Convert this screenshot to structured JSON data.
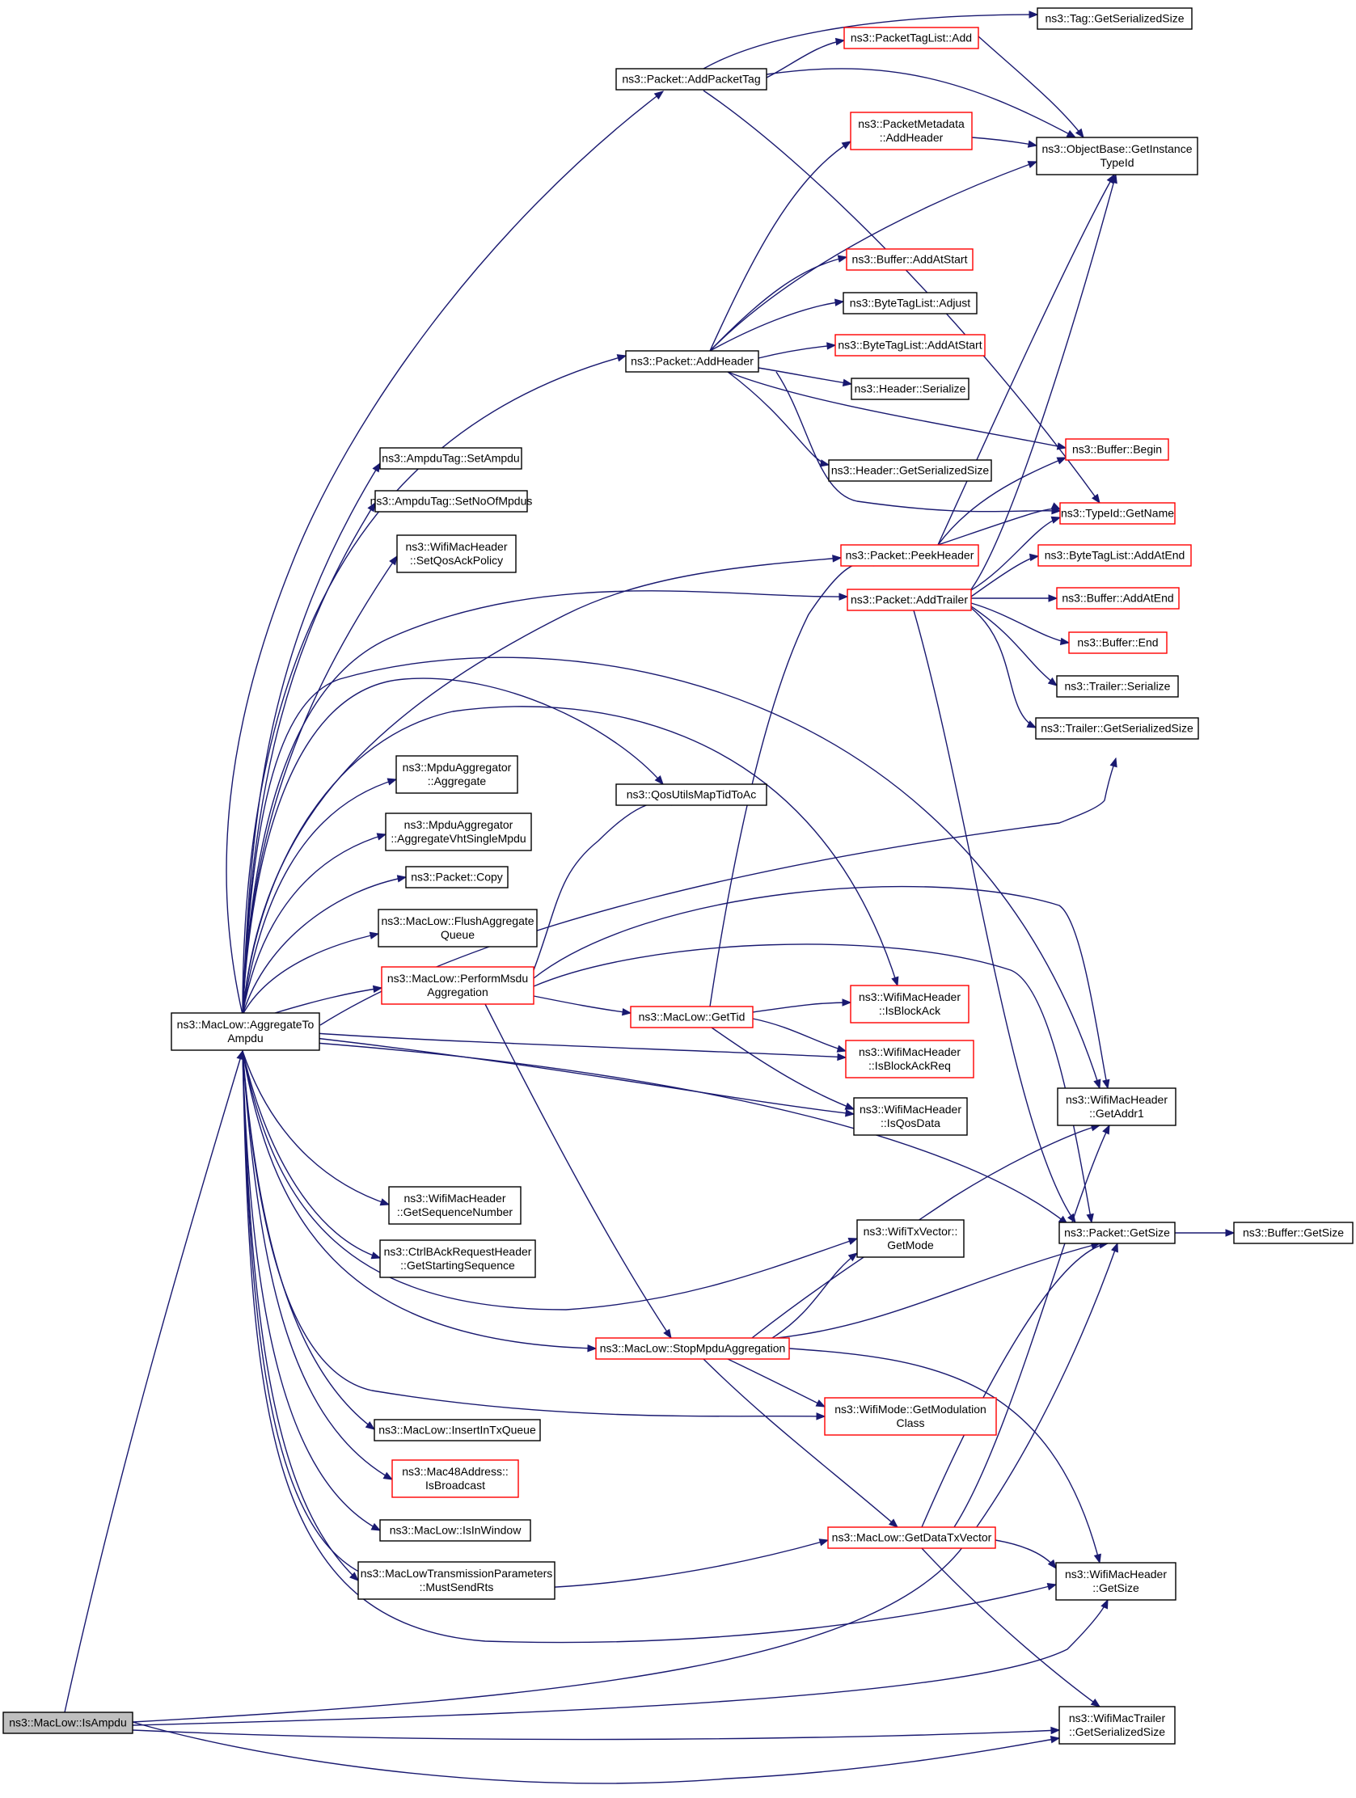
{
  "colors": {
    "edge": "#191970",
    "normal_border": "#000000",
    "truncated_border": "#ff0000",
    "root_fill": "#bfbfbf",
    "background": "#ffffff"
  },
  "nodes": [
    {
      "id": "isampdu",
      "lines": [
        "ns3::MacLow::IsAmpdu"
      ],
      "style": "gray"
    },
    {
      "id": "agg",
      "lines": [
        "ns3::MacLow::AggregateTo",
        "Ampdu"
      ],
      "style": "normal"
    },
    {
      "id": "addpackettag",
      "lines": [
        "ns3::Packet::AddPacketTag"
      ],
      "style": "normal"
    },
    {
      "id": "tagsize",
      "lines": [
        "ns3::Tag::GetSerializedSize"
      ],
      "style": "normal"
    },
    {
      "id": "ptladd",
      "lines": [
        "ns3::PacketTagList::Add"
      ],
      "style": "red"
    },
    {
      "id": "pmaddheader",
      "lines": [
        "ns3::PacketMetadata",
        "::AddHeader"
      ],
      "style": "red"
    },
    {
      "id": "instancetypeid",
      "lines": [
        "ns3::ObjectBase::GetInstance",
        "TypeId"
      ],
      "style": "normal"
    },
    {
      "id": "bufaddatstart",
      "lines": [
        "ns3::Buffer::AddAtStart"
      ],
      "style": "red"
    },
    {
      "id": "btladjust",
      "lines": [
        "ns3::ByteTagList::Adjust"
      ],
      "style": "normal"
    },
    {
      "id": "btladdatstart",
      "lines": [
        "ns3::ByteTagList::AddAtStart"
      ],
      "style": "red"
    },
    {
      "id": "addheader",
      "lines": [
        "ns3::Packet::AddHeader"
      ],
      "style": "normal"
    },
    {
      "id": "hserialize",
      "lines": [
        "ns3::Header::Serialize"
      ],
      "style": "normal"
    },
    {
      "id": "bufbegin",
      "lines": [
        "ns3::Buffer::Begin"
      ],
      "style": "red"
    },
    {
      "id": "setampdu",
      "lines": [
        "ns3::AmpduTag::SetAmpdu"
      ],
      "style": "normal"
    },
    {
      "id": "hsersize",
      "lines": [
        "ns3::Header::GetSerializedSize"
      ],
      "style": "normal"
    },
    {
      "id": "setnompdus",
      "lines": [
        "ns3::AmpduTag::SetNoOfMpdus"
      ],
      "style": "normal"
    },
    {
      "id": "typeidname",
      "lines": [
        "ns3::TypeId::GetName"
      ],
      "style": "red"
    },
    {
      "id": "setqosack",
      "lines": [
        "ns3::WifiMacHeader",
        "::SetQosAckPolicy"
      ],
      "style": "normal"
    },
    {
      "id": "peekheader",
      "lines": [
        "ns3::Packet::PeekHeader"
      ],
      "style": "red"
    },
    {
      "id": "btladdatend",
      "lines": [
        "ns3::ByteTagList::AddAtEnd"
      ],
      "style": "red"
    },
    {
      "id": "addtrailer",
      "lines": [
        "ns3::Packet::AddTrailer"
      ],
      "style": "red"
    },
    {
      "id": "bufaddatend",
      "lines": [
        "ns3::Buffer::AddAtEnd"
      ],
      "style": "red"
    },
    {
      "id": "bufend",
      "lines": [
        "ns3::Buffer::End"
      ],
      "style": "red"
    },
    {
      "id": "tserialize",
      "lines": [
        "ns3::Trailer::Serialize"
      ],
      "style": "normal"
    },
    {
      "id": "tsersize",
      "lines": [
        "ns3::Trailer::GetSerializedSize"
      ],
      "style": "normal"
    },
    {
      "id": "mpduaggregate",
      "lines": [
        "ns3::MpduAggregator",
        "::Aggregate"
      ],
      "style": "normal"
    },
    {
      "id": "qosmaptid",
      "lines": [
        "ns3::QosUtilsMapTidToAc"
      ],
      "style": "normal"
    },
    {
      "id": "aggvht",
      "lines": [
        "ns3::MpduAggregator",
        "::AggregateVhtSingleMpdu"
      ],
      "style": "normal"
    },
    {
      "id": "pcopy",
      "lines": [
        "ns3::Packet::Copy"
      ],
      "style": "normal"
    },
    {
      "id": "flushagg",
      "lines": [
        "ns3::MacLow::FlushAggregate",
        "Queue"
      ],
      "style": "normal"
    },
    {
      "id": "performmsdu",
      "lines": [
        "ns3::MacLow::PerformMsdu",
        "Aggregation"
      ],
      "style": "red"
    },
    {
      "id": "isblockack",
      "lines": [
        "ns3::WifiMacHeader",
        "::IsBlockAck"
      ],
      "style": "red"
    },
    {
      "id": "gettid",
      "lines": [
        "ns3::MacLow::GetTid"
      ],
      "style": "red"
    },
    {
      "id": "isblockackreq",
      "lines": [
        "ns3::WifiMacHeader",
        "::IsBlockAckReq"
      ],
      "style": "red"
    },
    {
      "id": "getaddr1",
      "lines": [
        "ns3::WifiMacHeader",
        "::GetAddr1"
      ],
      "style": "normal"
    },
    {
      "id": "isqosdata",
      "lines": [
        "ns3::WifiMacHeader",
        "::IsQosData"
      ],
      "style": "normal"
    },
    {
      "id": "getseqnum",
      "lines": [
        "ns3::WifiMacHeader",
        "::GetSequenceNumber"
      ],
      "style": "normal"
    },
    {
      "id": "pgetsize",
      "lines": [
        "ns3::Packet::GetSize"
      ],
      "style": "normal"
    },
    {
      "id": "bufgetsize",
      "lines": [
        "ns3::Buffer::GetSize"
      ],
      "style": "normal"
    },
    {
      "id": "getstartseq",
      "lines": [
        "ns3::CtrlBAckRequestHeader",
        "::GetStartingSequence"
      ],
      "style": "normal"
    },
    {
      "id": "txvecmode",
      "lines": [
        "ns3::WifiTxVector::",
        "GetMode"
      ],
      "style": "normal"
    },
    {
      "id": "stopmpdu",
      "lines": [
        "ns3::MacLow::StopMpduAggregation"
      ],
      "style": "red"
    },
    {
      "id": "getmodclass",
      "lines": [
        "ns3::WifiMode::GetModulation",
        "Class"
      ],
      "style": "red"
    },
    {
      "id": "insertintx",
      "lines": [
        "ns3::MacLow::InsertInTxQueue"
      ],
      "style": "normal"
    },
    {
      "id": "isbroadcast",
      "lines": [
        "ns3::Mac48Address::",
        "IsBroadcast"
      ],
      "style": "red"
    },
    {
      "id": "isinwindow",
      "lines": [
        "ns3::MacLow::IsInWindow"
      ],
      "style": "normal"
    },
    {
      "id": "getdatatx",
      "lines": [
        "ns3::MacLow::GetDataTxVector"
      ],
      "style": "red"
    },
    {
      "id": "mustsendrts",
      "lines": [
        "ns3::MacLowTransmissionParameters",
        "::MustSendRts"
      ],
      "style": "normal"
    },
    {
      "id": "whgetsize",
      "lines": [
        "ns3::WifiMacHeader",
        "::GetSize"
      ],
      "style": "normal"
    },
    {
      "id": "wtsersize",
      "lines": [
        "ns3::WifiMacTrailer",
        "::GetSerializedSize"
      ],
      "style": "normal"
    }
  ]
}
